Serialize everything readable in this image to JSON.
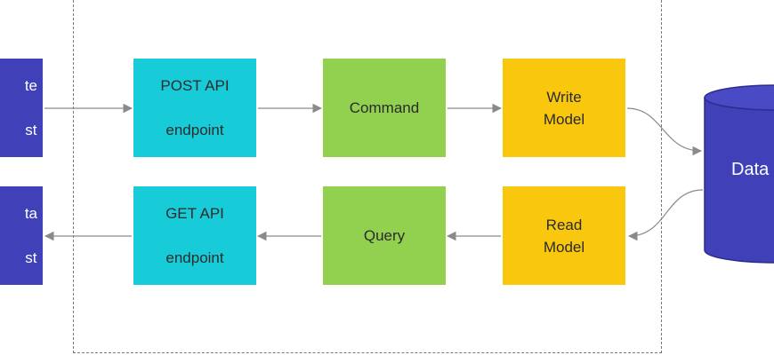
{
  "diagram": {
    "left_inputs": {
      "write_request": {
        "line1": "te",
        "line2": "st"
      },
      "data_request": {
        "line1": "ta",
        "line2": "st"
      }
    },
    "command_side": {
      "endpoint": {
        "line1": "POST API",
        "line2": "endpoint"
      },
      "handler": "Command",
      "model": "Write\nModel"
    },
    "query_side": {
      "endpoint": {
        "line1": "GET API",
        "line2": "endpoint"
      },
      "handler": "Query",
      "model": "Read\nModel"
    },
    "database": {
      "label": "Data"
    }
  },
  "colors": {
    "endpoint": "#17ccd8",
    "handler": "#92d050",
    "model": "#f9c80e",
    "external": "#4040b8",
    "arrow": "#8a8a8a",
    "boundary": "#7a7a7a"
  }
}
